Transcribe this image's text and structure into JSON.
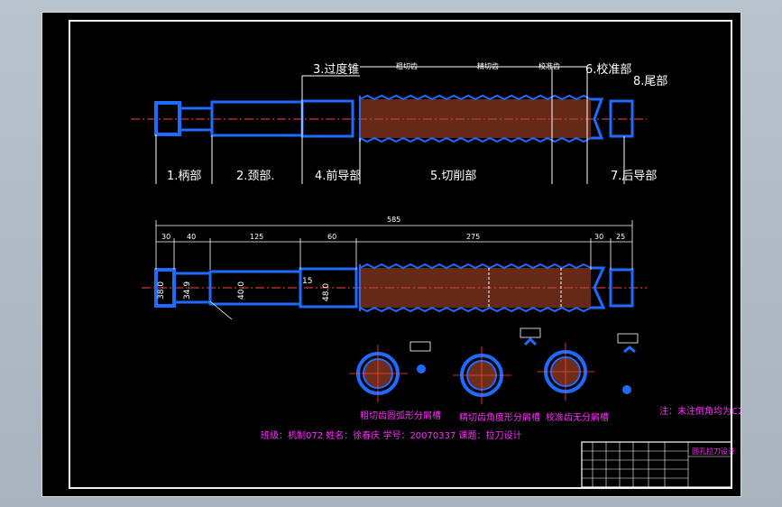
{
  "labels": {
    "handle": "1.柄部",
    "neck": "2.颈部.",
    "transition_cone": "3.过度锥",
    "front_guide": "4.前导部",
    "cutting": "5.切削部",
    "calibrating": "6.校准部",
    "rear_guide": "7.后导部",
    "tail": "8.尾部",
    "rough_teeth": "粗切齿",
    "fine_teeth": "精切齿",
    "calib_teeth": "校准齿"
  },
  "dimensions": {
    "total_length": "585",
    "segments": [
      "30",
      "40",
      "125",
      "60",
      "275",
      "30",
      "25"
    ],
    "diameters": [
      "38.0",
      "34.9",
      "40.0",
      "15",
      "48.0"
    ]
  },
  "sections": {
    "rough": "粗切齿圆弧形分屑槽",
    "fine": "精切齿角度形分屑槽",
    "calib": "校准齿无分屑槽"
  },
  "notes": {
    "student_info": "班级：机制072  姓名：徐春庆  学号：20070337  课题：拉刀设计",
    "chamfer_note": "注：未注倒角均为C2"
  },
  "title_block": {
    "title": "圆孔拉刀设计"
  }
}
